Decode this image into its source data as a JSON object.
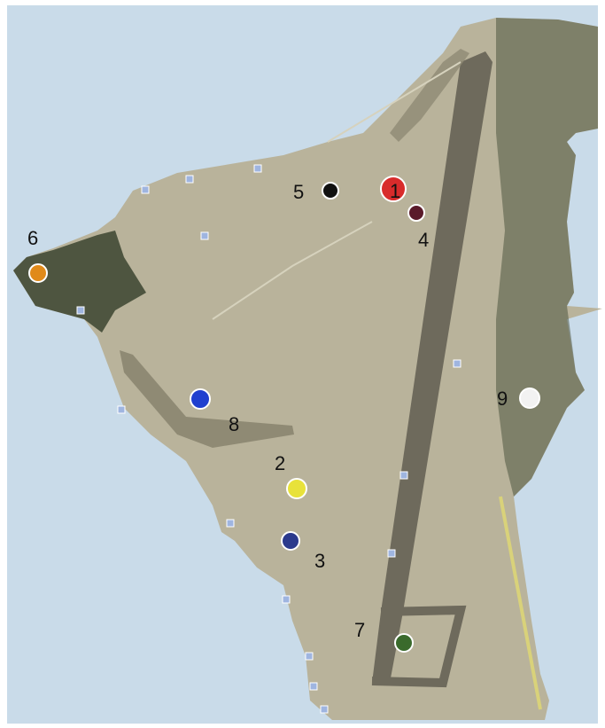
{
  "map": {
    "colors": {
      "sea": "#c9dbe9",
      "land": "#b9b39b",
      "land_dark": "#8f8a74",
      "vegetation": "#4e5540",
      "runway": "#6e6a5c",
      "shore_road": "#d9d27a"
    },
    "sites": [
      {
        "label": "1",
        "color": "#d82b2b"
      },
      {
        "label": "2",
        "color": "#e8e23a"
      },
      {
        "label": "3",
        "color": "#2b3a8c"
      },
      {
        "label": "4",
        "color": "#5a1a2a"
      },
      {
        "label": "5",
        "color": "#111111"
      },
      {
        "label": "6",
        "color": "#e08a1a"
      },
      {
        "label": "7",
        "color": "#3a6a2c"
      },
      {
        "label": "8",
        "color": "#1f3fcf"
      },
      {
        "label": "9",
        "color": "#f2f2f2"
      }
    ]
  }
}
